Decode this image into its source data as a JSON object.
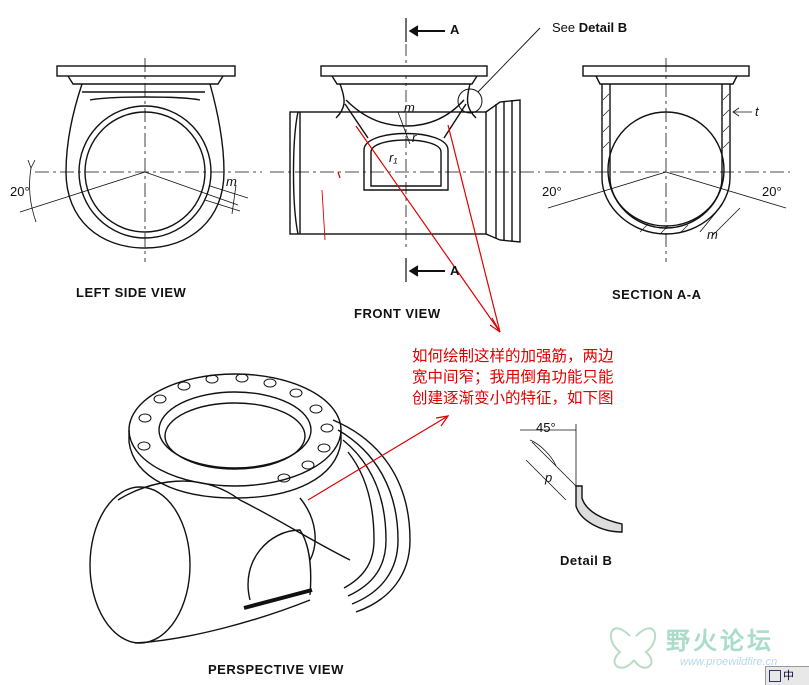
{
  "views": {
    "left_side_view": "LEFT SIDE VIEW",
    "front_view": "FRONT VIEW",
    "section": "SECTION A-A",
    "perspective_view": "PERSPECTIVE VIEW",
    "detail_b": "Detail B"
  },
  "annotations": {
    "section_marker": "A",
    "see_detail_prefix": "See",
    "see_detail_name": "Detail B",
    "angle_20": "20°",
    "angle_45": "45°",
    "dim_m": "m",
    "dim_t": "t",
    "dim_r": "r",
    "dim_r1": "r₁",
    "dim_p": "p"
  },
  "question_note": {
    "lines": [
      "如何绘制这样的加强筋，两边",
      "宽中间窄；我用倒角功能只能",
      "创建逐渐变小的特征，如下图"
    ],
    "color": "#e00000"
  },
  "watermark": {
    "text": "野火论坛",
    "url": "www.proewildfire.cn"
  },
  "taskbar": {
    "label": "中"
  }
}
